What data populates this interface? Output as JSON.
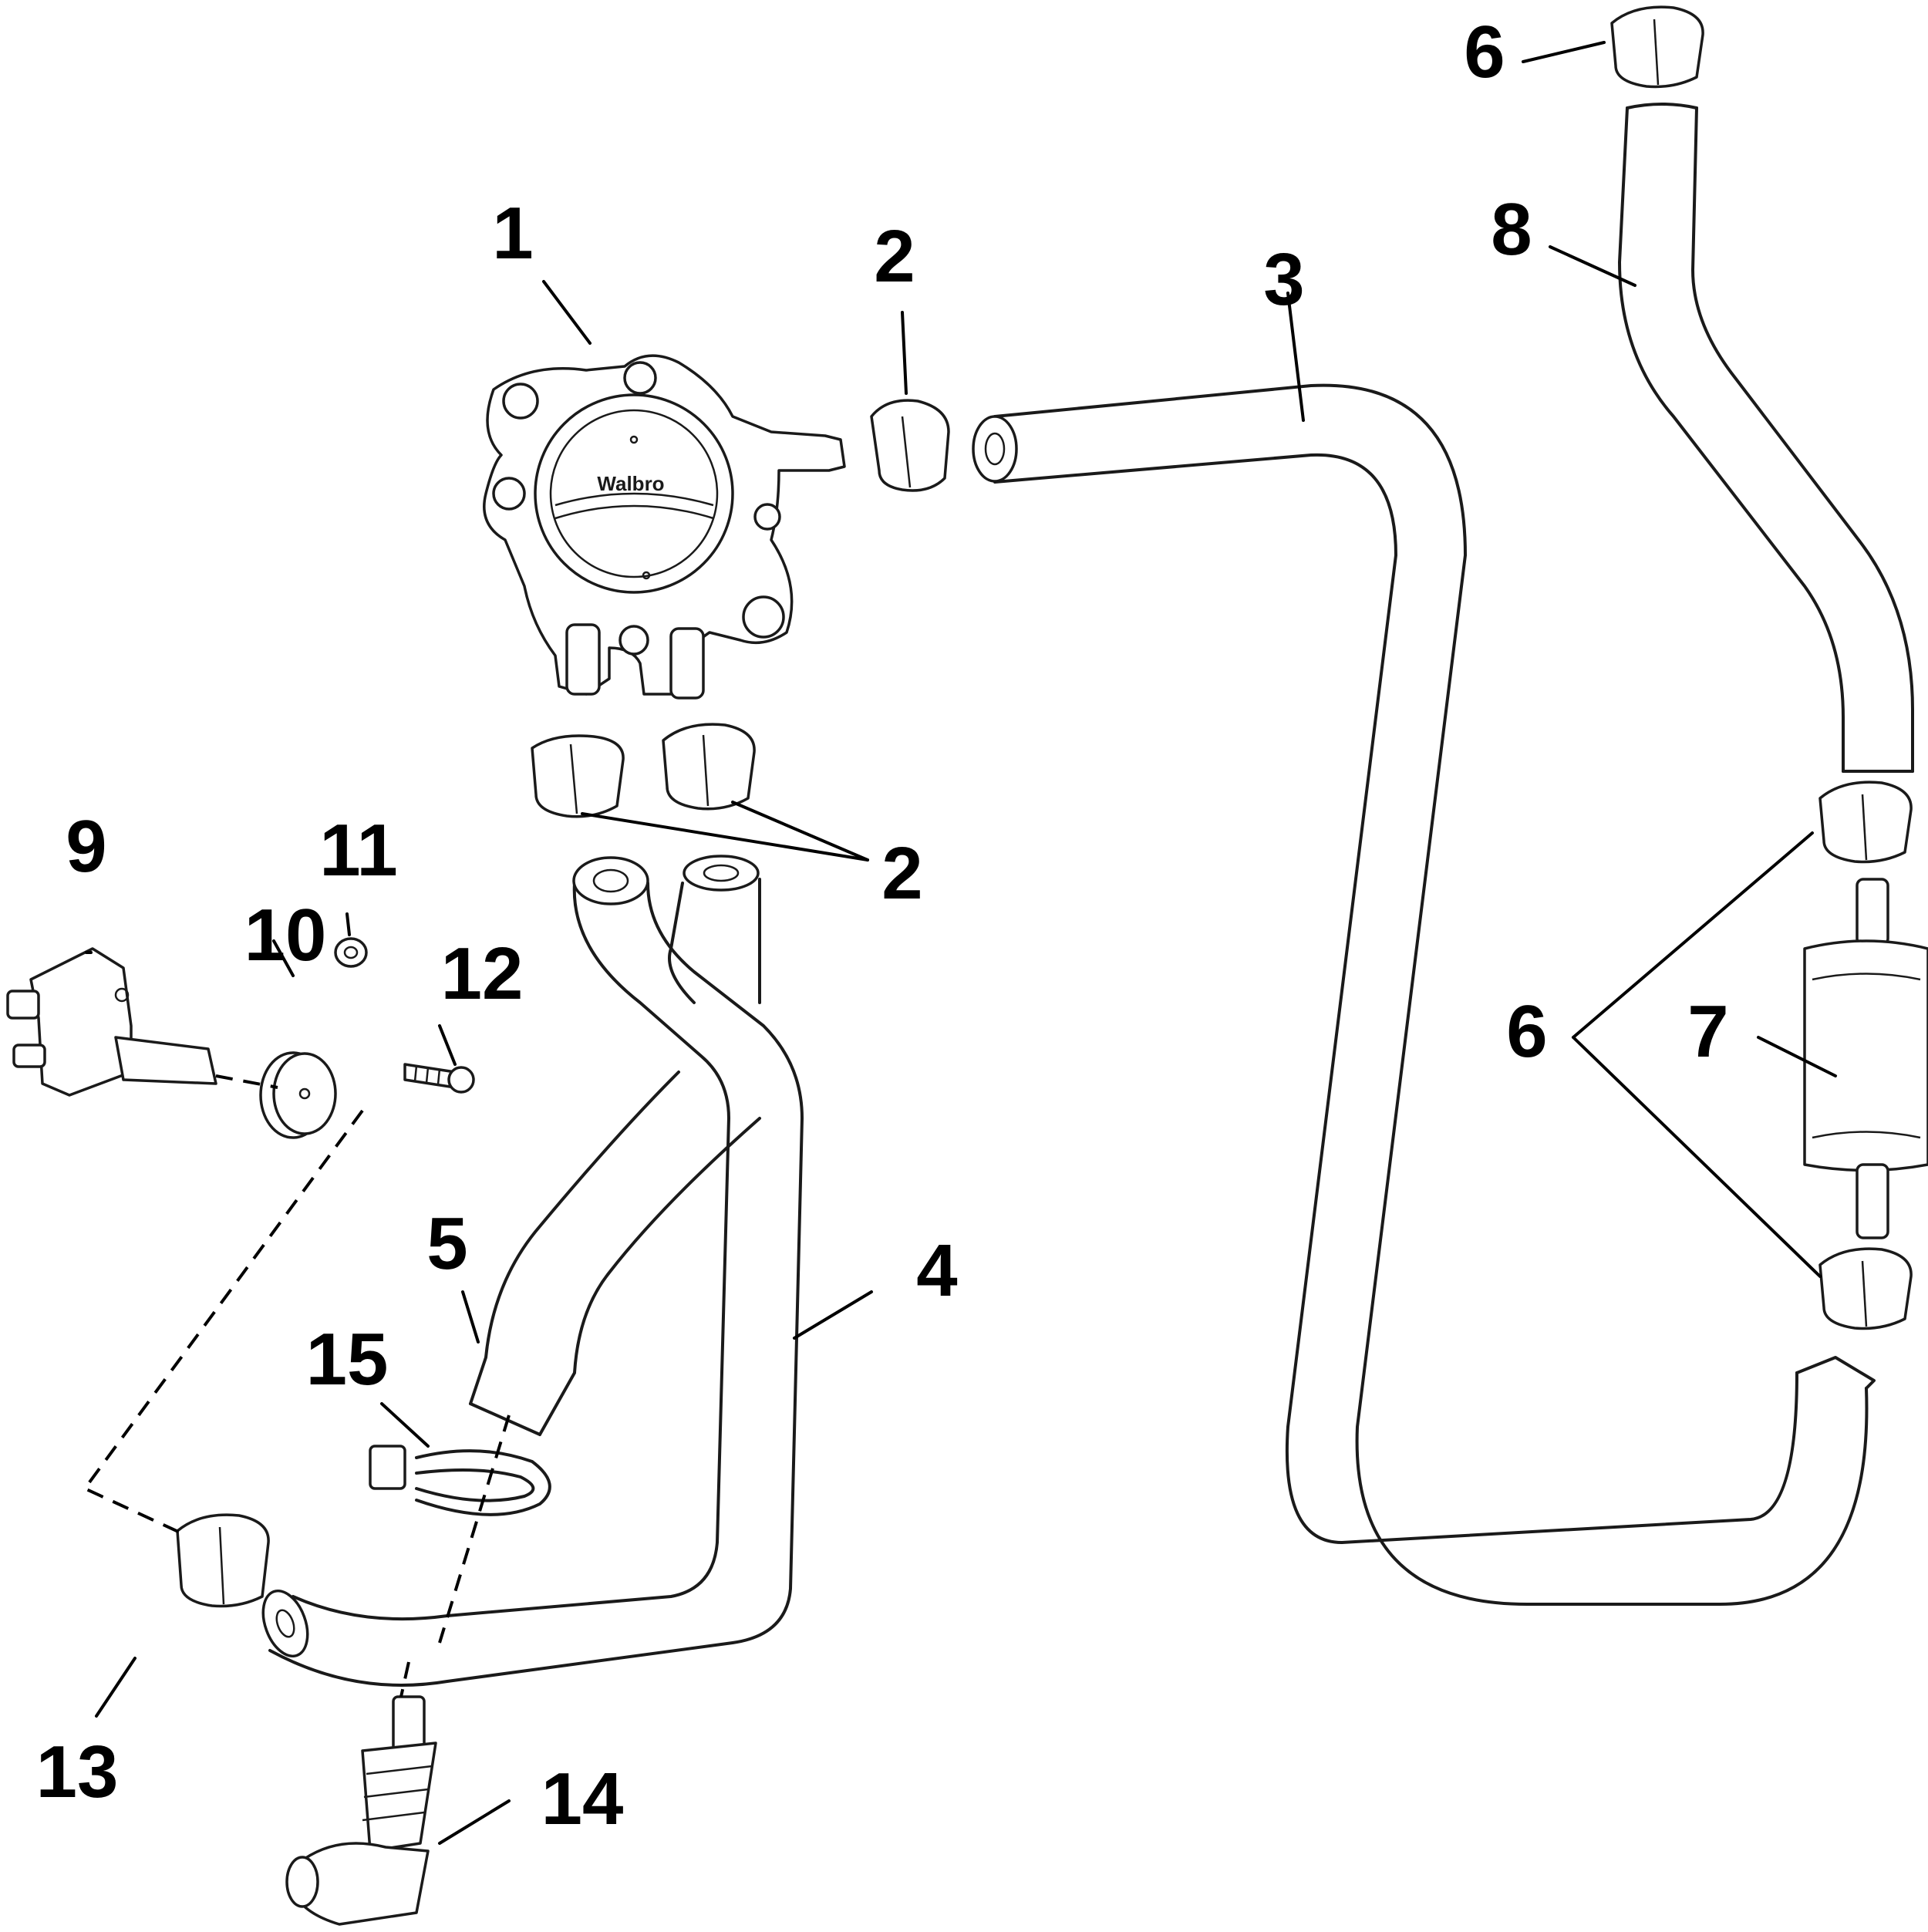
{
  "diagram": {
    "callouts": {
      "c1": "1",
      "c2_top": "2",
      "c2_bottom": "2",
      "c3": "3",
      "c4": "4",
      "c5": "5",
      "c6_top": "6",
      "c6_mid": "6",
      "c7": "7",
      "c8": "8",
      "c9": "9",
      "c10": "10",
      "c11": "11",
      "c12": "12",
      "c13": "13",
      "c14": "14",
      "c15": "15"
    },
    "pump_brand": "Walbro"
  }
}
